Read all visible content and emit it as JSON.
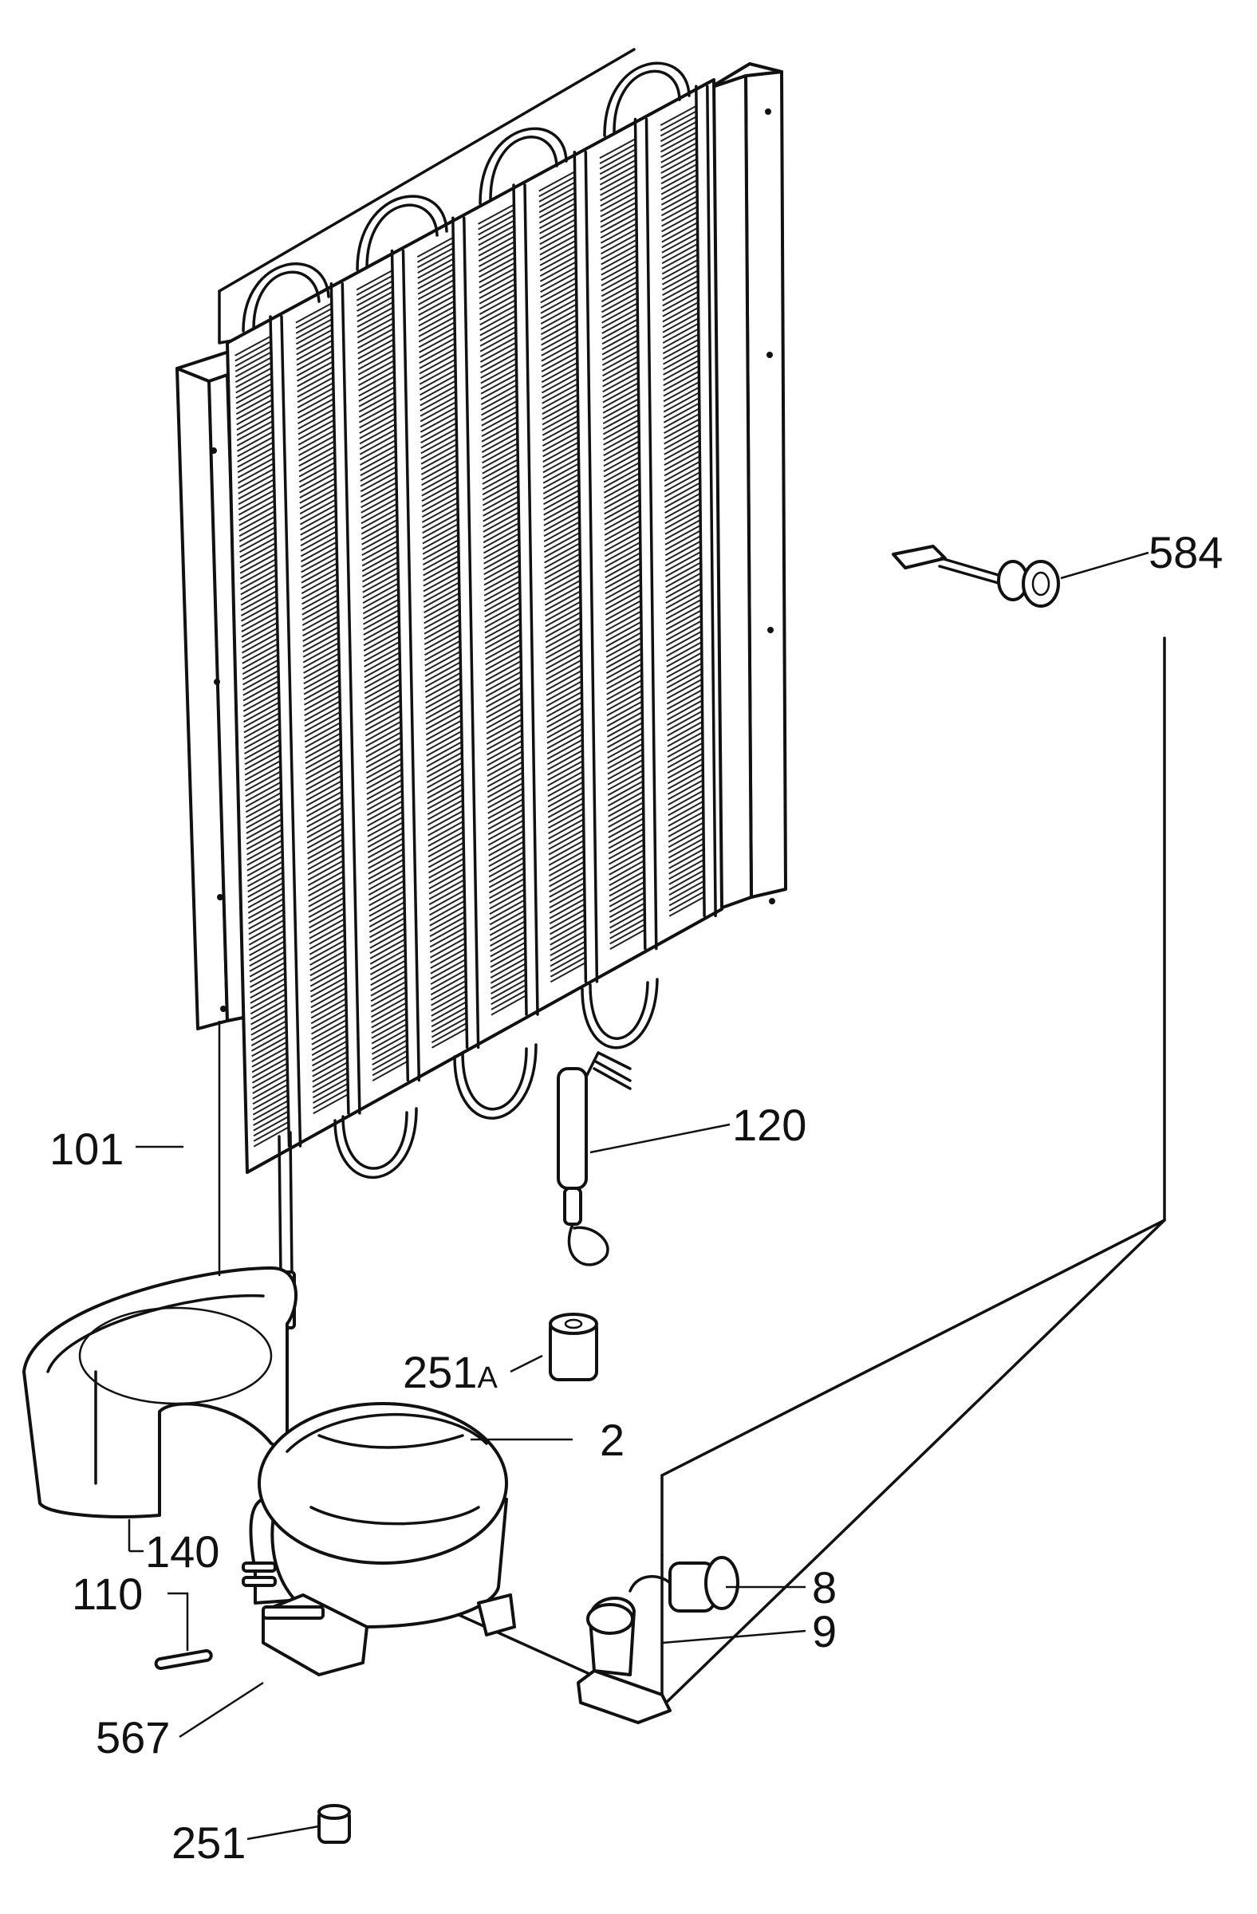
{
  "diagram": {
    "callouts": [
      {
        "id": "584",
        "label": "584"
      },
      {
        "id": "120",
        "label": "120"
      },
      {
        "id": "101",
        "label": "101"
      },
      {
        "id": "251A",
        "label": "251",
        "suffix": "A"
      },
      {
        "id": "2",
        "label": "2"
      },
      {
        "id": "140",
        "label": "140"
      },
      {
        "id": "110",
        "label": "110"
      },
      {
        "id": "8",
        "label": "8"
      },
      {
        "id": "9",
        "label": "9"
      },
      {
        "id": "567",
        "label": "567"
      },
      {
        "id": "251",
        "label": "251"
      }
    ]
  }
}
